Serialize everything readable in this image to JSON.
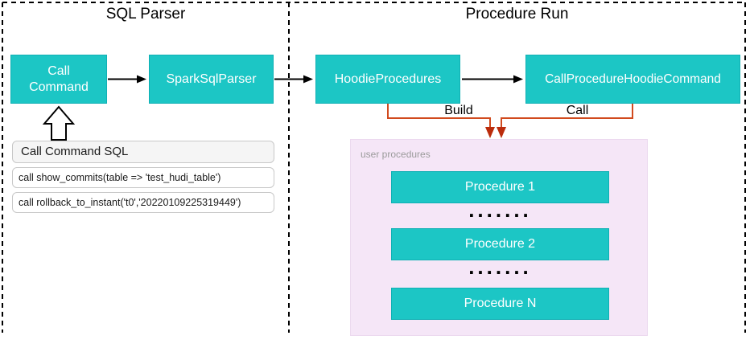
{
  "sections": {
    "sql_parser": {
      "title": "SQL Parser"
    },
    "procedure_run": {
      "title": "Procedure Run"
    }
  },
  "nodes": {
    "call_command": {
      "label": "Call Command"
    },
    "spark_sql_parser": {
      "label": "SparkSqlParser"
    },
    "hoodie_procedures": {
      "label": "HoodieProcedures"
    },
    "call_procedure_hoodie_command": {
      "label": "CallProcedureHoodieCommand"
    }
  },
  "connectors": {
    "build": {
      "label": "Build"
    },
    "call": {
      "label": "Call"
    }
  },
  "sql_panel": {
    "header": "Call Command SQL",
    "rows": [
      "call show_commits(table => 'test_hudi_table')",
      "call rollback_to_instant('t0','20220109225319449')"
    ]
  },
  "user_procedures": {
    "label": "user procedures",
    "items": [
      "Procedure 1",
      "Procedure 2",
      "Procedure N"
    ],
    "ellipsis": "......."
  },
  "colors": {
    "node_fill": "#1cc6c5",
    "connector_orange": "#d14a1e",
    "arrowhead_red": "#bb2c0c",
    "procedures_panel_bg": "#f5e6f7",
    "sql_header_bg": "#f5f5f5",
    "dashed_border": "#000000"
  }
}
